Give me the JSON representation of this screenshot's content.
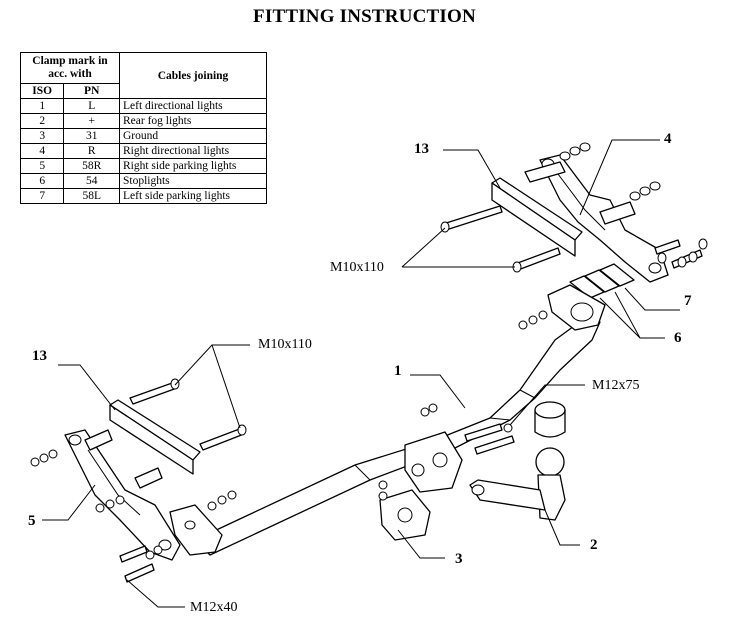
{
  "title": "FITTING INSTRUCTION",
  "table": {
    "header_clamp": "Clamp mark in acc. with",
    "header_cables": "Cables joining",
    "header_iso": "ISO",
    "header_pn": "PN",
    "rows": [
      {
        "iso": "1",
        "pn": "L",
        "cable": "Left directional lights"
      },
      {
        "iso": "2",
        "pn": "+",
        "cable": "Rear fog lights"
      },
      {
        "iso": "3",
        "pn": "31",
        "cable": "Ground"
      },
      {
        "iso": "4",
        "pn": "R",
        "cable": "Right directional lights"
      },
      {
        "iso": "5",
        "pn": "58R",
        "cable": "Right side parking lights"
      },
      {
        "iso": "6",
        "pn": "54",
        "cable": "Stoplights"
      },
      {
        "iso": "7",
        "pn": "58L",
        "cable": "Left side parking lights"
      }
    ]
  },
  "callouts": {
    "part_1": "1",
    "part_2": "2",
    "part_3": "3",
    "part_4": "4",
    "part_5": "5",
    "part_6": "6",
    "part_7": "7",
    "part_13_top": "13",
    "part_13_left": "13",
    "bolt_m10x110_top": "M10x110",
    "bolt_m10x110_left": "M10x110",
    "bolt_m12x75": "M12x75",
    "bolt_m12x40": "M12x40"
  }
}
